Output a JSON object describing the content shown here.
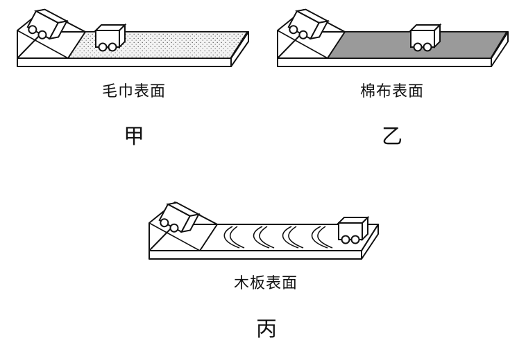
{
  "panels": [
    {
      "caption": "毛巾表面",
      "label": "甲",
      "surface": "towel"
    },
    {
      "caption": "棉布表面",
      "label": "乙",
      "surface": "cotton"
    },
    {
      "caption": "木板表面",
      "label": "丙",
      "surface": "wood"
    }
  ],
  "colors": {
    "ink": "#111111",
    "towel_fill": "#f1f1f1",
    "cotton_fill": "#9a9a9a",
    "paper": "#ffffff"
  }
}
